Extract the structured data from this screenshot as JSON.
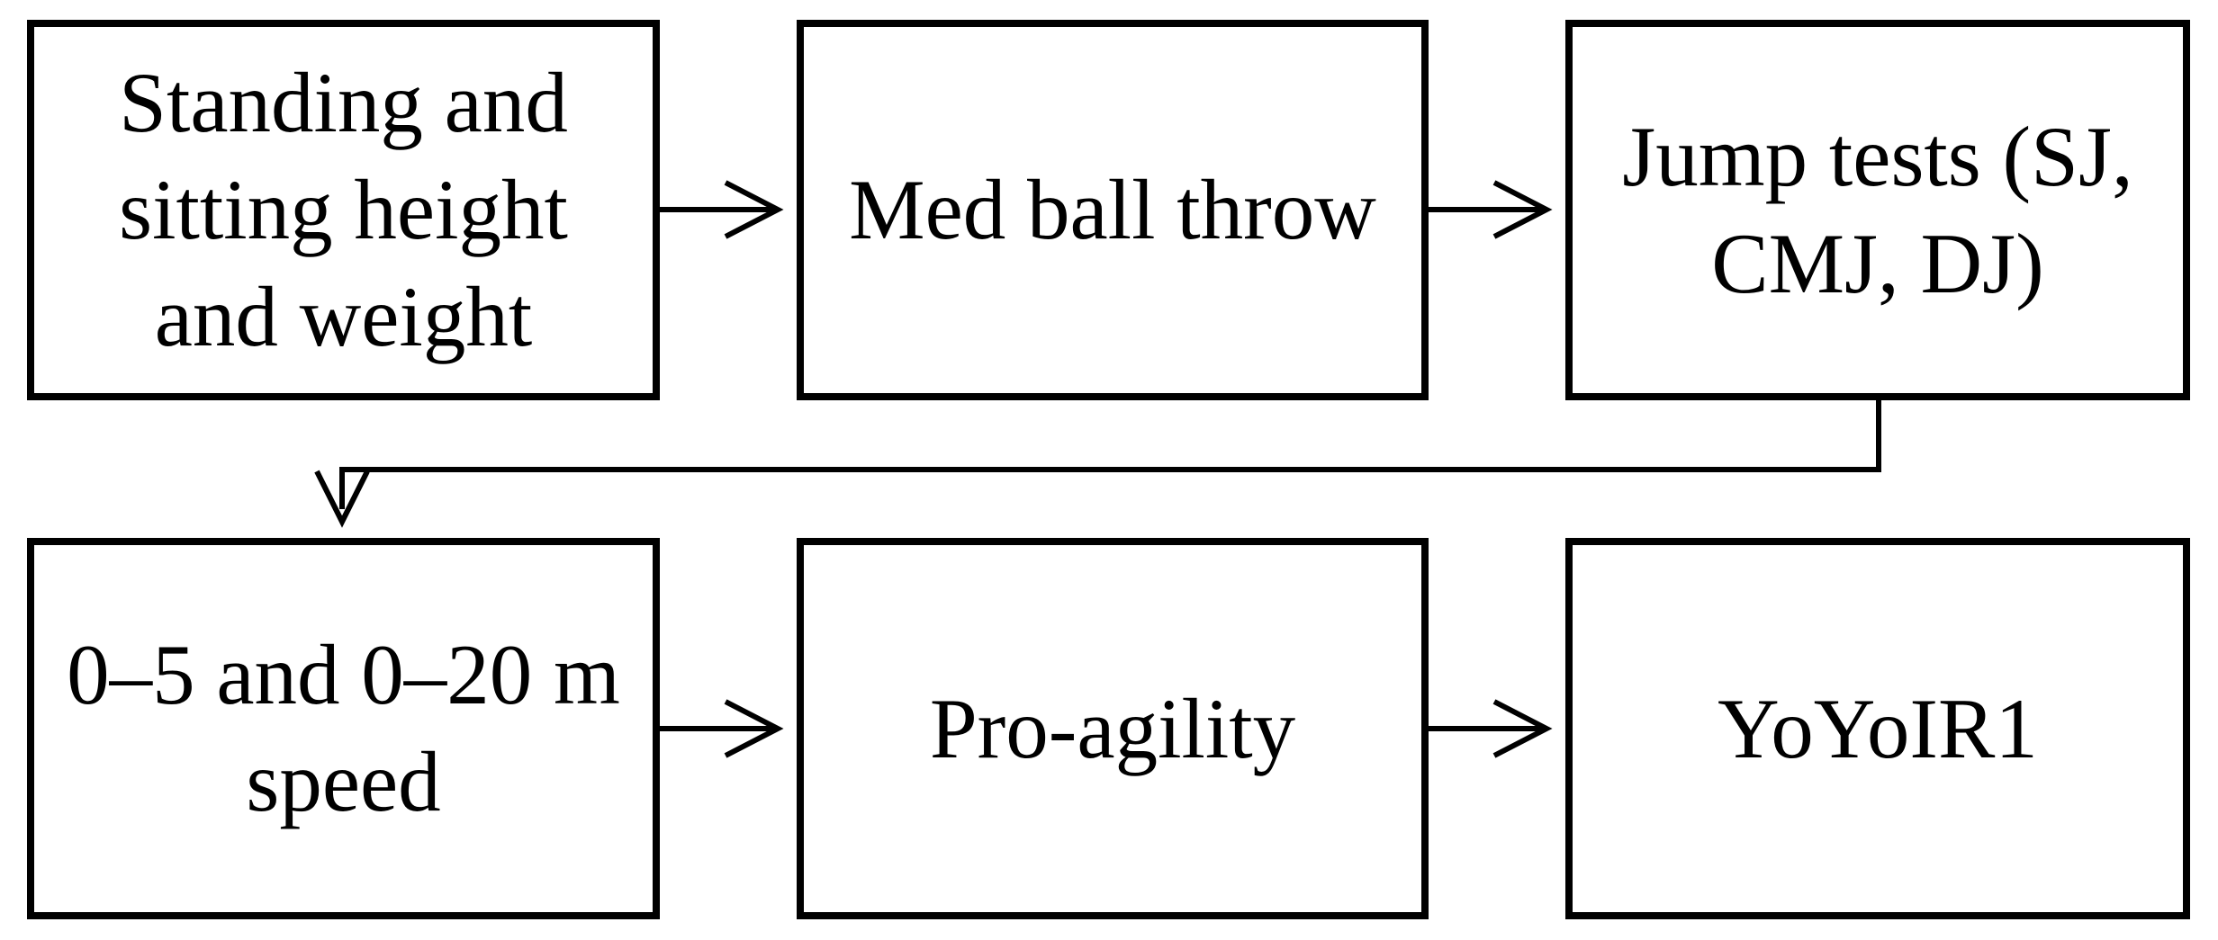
{
  "figure": {
    "type": "flowchart",
    "background_color": "#ffffff",
    "line_color": "#000000",
    "nodes": [
      {
        "id": "node-1",
        "label": "Standing and\nsitting height\nand weight"
      },
      {
        "id": "node-2",
        "label": "Med ball throw"
      },
      {
        "id": "node-3",
        "label": "Jump tests (SJ,\nCMJ, DJ)"
      },
      {
        "id": "node-4",
        "label": "0–5 and 0–20 m\nspeed"
      },
      {
        "id": "node-5",
        "label": "Pro-agility"
      },
      {
        "id": "node-6",
        "label": "YoYoIR1"
      }
    ],
    "connections": [
      {
        "from": "node-1",
        "to": "node-2",
        "style": "right-arrow"
      },
      {
        "from": "node-2",
        "to": "node-3",
        "style": "right-arrow"
      },
      {
        "from": "node-3",
        "to": "node-4",
        "style": "elbow-down-arrow"
      },
      {
        "from": "node-4",
        "to": "node-5",
        "style": "right-arrow"
      },
      {
        "from": "node-5",
        "to": "node-6",
        "style": "right-arrow"
      }
    ]
  }
}
